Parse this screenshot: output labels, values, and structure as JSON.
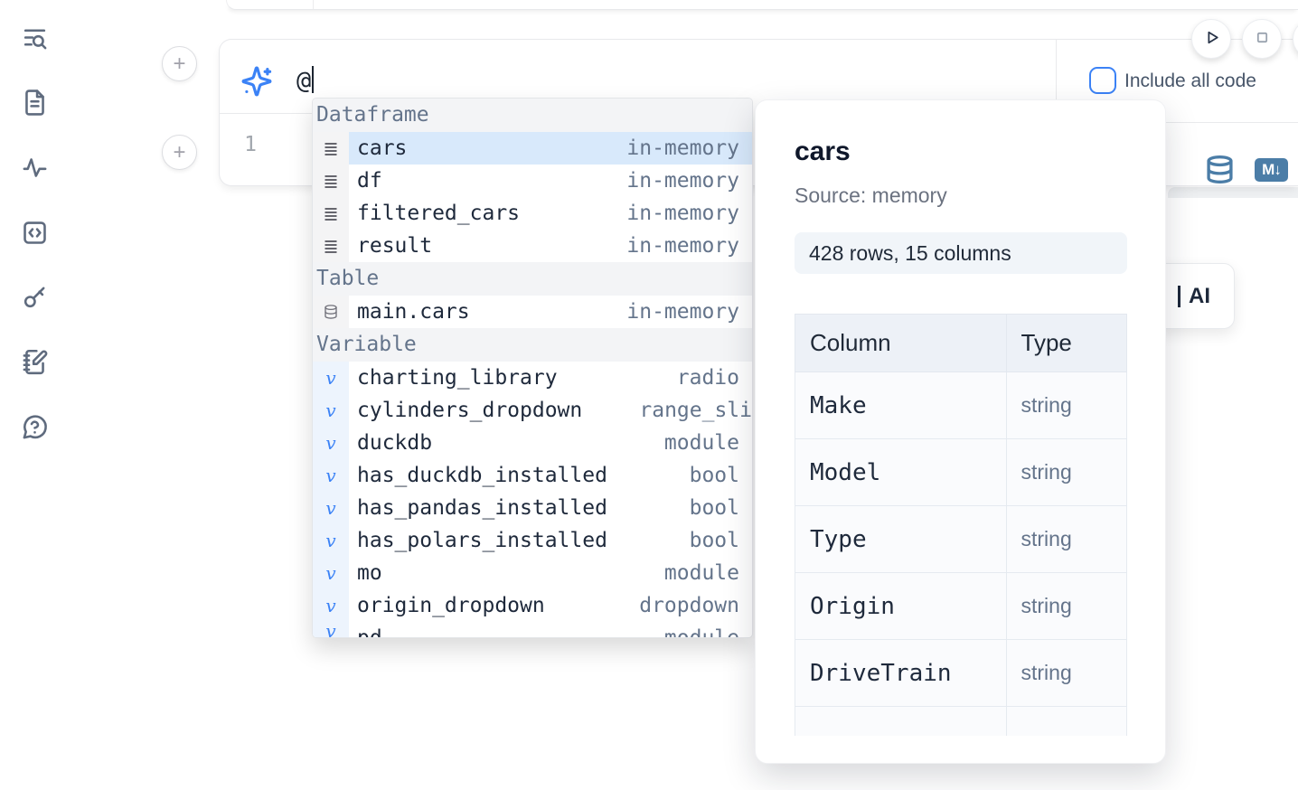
{
  "ai_input": {
    "value": "@",
    "include_label": "Include all code"
  },
  "cell": {
    "line_number": "1"
  },
  "markdown_badge": "M↓",
  "ai_button": {
    "visible_label": "AI"
  },
  "autocomplete": {
    "sections": [
      {
        "label": "Dataframe",
        "items": [
          {
            "icon": "dataframe-icon",
            "name": "cars",
            "type": "in-memory",
            "selected": true
          },
          {
            "icon": "dataframe-icon",
            "name": "df",
            "type": "in-memory"
          },
          {
            "icon": "dataframe-icon",
            "name": "filtered_cars",
            "type": "in-memory"
          },
          {
            "icon": "dataframe-icon",
            "name": "result",
            "type": "in-memory"
          }
        ]
      },
      {
        "label": "Table",
        "items": [
          {
            "icon": "table-icon",
            "name": "main.cars",
            "type": "in-memory"
          }
        ]
      },
      {
        "label": "Variable",
        "items": [
          {
            "icon": "variable-icon",
            "name": "charting_library",
            "type": "radio"
          },
          {
            "icon": "variable-icon",
            "name": "cylinders_dropdown",
            "type": "range_sli",
            "clipped": true
          },
          {
            "icon": "variable-icon",
            "name": "duckdb",
            "type": "module"
          },
          {
            "icon": "variable-icon",
            "name": "has_duckdb_installed",
            "type": "bool"
          },
          {
            "icon": "variable-icon",
            "name": "has_pandas_installed",
            "type": "bool"
          },
          {
            "icon": "variable-icon",
            "name": "has_polars_installed",
            "type": "bool"
          },
          {
            "icon": "variable-icon",
            "name": "mo",
            "type": "module"
          },
          {
            "icon": "variable-icon",
            "name": "origin_dropdown",
            "type": "dropdown"
          },
          {
            "icon": "variable-icon",
            "name": "pd",
            "type": "module",
            "partial": true
          }
        ]
      }
    ]
  },
  "popup": {
    "title": "cars",
    "source": "Source: memory",
    "summary": "428 rows, 15 columns",
    "table": {
      "headers": [
        "Column",
        "Type"
      ],
      "rows": [
        [
          "Make",
          "string"
        ],
        [
          "Model",
          "string"
        ],
        [
          "Type",
          "string"
        ],
        [
          "Origin",
          "string"
        ],
        [
          "DriveTrain",
          "string"
        ]
      ],
      "partial_row": true
    }
  },
  "colors": {
    "accent_blue": "#3b82f6",
    "steel_blue": "#4b7da7",
    "selection": "#d8e9fb"
  }
}
